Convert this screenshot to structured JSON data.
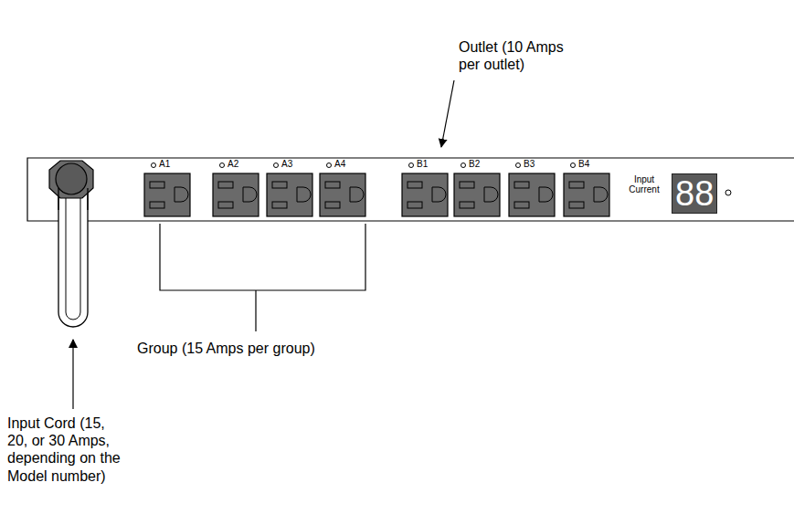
{
  "diagram": {
    "nodes": [
      {
        "text": [
          "88"
        ]
      }
    ],
    "labels": [
      "Outlet (10 Amps per outlet)",
      "A1",
      "A2",
      "A3",
      "A4",
      "B1",
      "B2",
      "B3",
      "B4",
      "Input Current",
      "Group (15 Amps per group)",
      "Input Cord (15, 20, or 30 Amps, depending on the Model number)"
    ]
  }
}
